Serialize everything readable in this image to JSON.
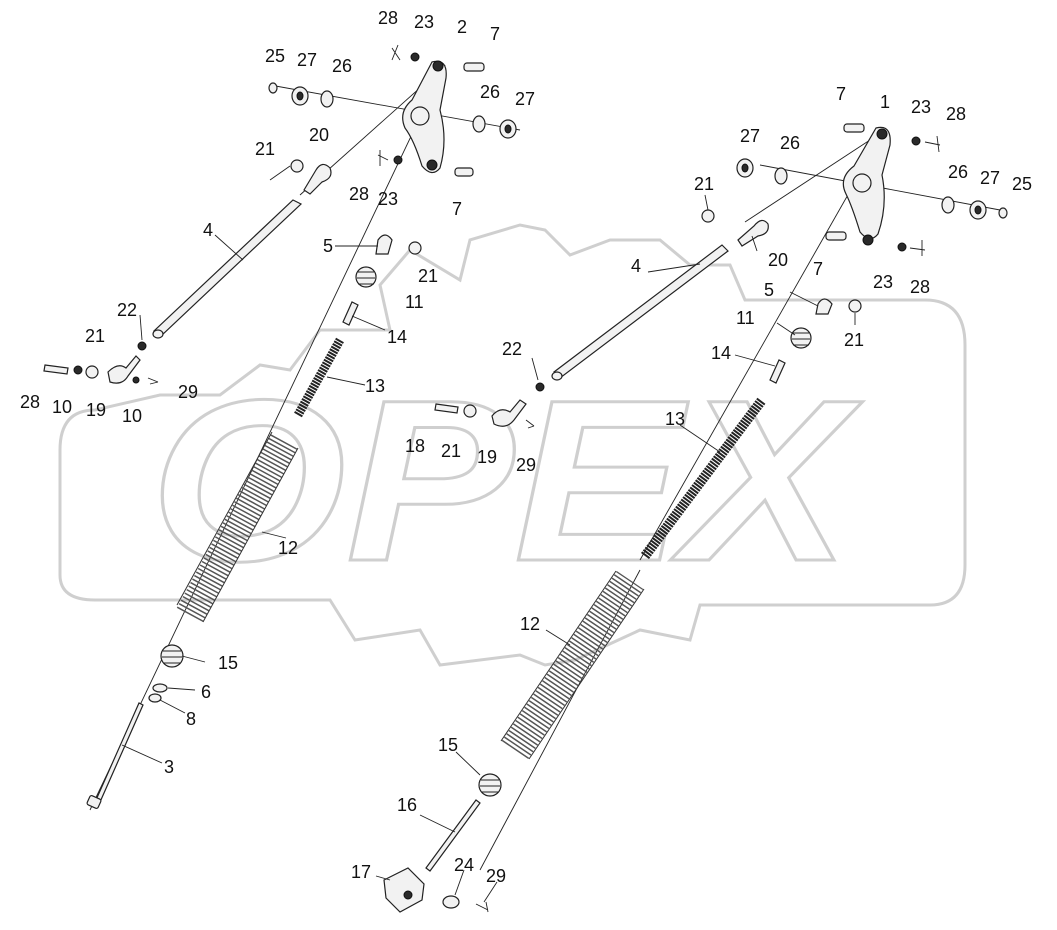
{
  "watermark": {
    "text": "OPEX"
  },
  "colors": {
    "line": "#222222",
    "watermark": "#cfcfcf",
    "background": "#ffffff"
  },
  "callouts": [
    {
      "key": "l28a",
      "text": "28"
    },
    {
      "key": "l23a",
      "text": "23"
    },
    {
      "key": "l2",
      "text": "2"
    },
    {
      "key": "l7a",
      "text": "7"
    },
    {
      "key": "l25a",
      "text": "25"
    },
    {
      "key": "l27a",
      "text": "27"
    },
    {
      "key": "l26a",
      "text": "26"
    },
    {
      "key": "l26b",
      "text": "26"
    },
    {
      "key": "l27b",
      "text": "27"
    },
    {
      "key": "l21a",
      "text": "21"
    },
    {
      "key": "l20a",
      "text": "20"
    },
    {
      "key": "l28b",
      "text": "28"
    },
    {
      "key": "l23b",
      "text": "23"
    },
    {
      "key": "l7b",
      "text": "7"
    },
    {
      "key": "l4a",
      "text": "4"
    },
    {
      "key": "l5a",
      "text": "5"
    },
    {
      "key": "l21b",
      "text": "21"
    },
    {
      "key": "l11a",
      "text": "11"
    },
    {
      "key": "l22a",
      "text": "22"
    },
    {
      "key": "l14a",
      "text": "14"
    },
    {
      "key": "l21c",
      "text": "21"
    },
    {
      "key": "l13a",
      "text": "13"
    },
    {
      "key": "l28c",
      "text": "28"
    },
    {
      "key": "l10a",
      "text": "10"
    },
    {
      "key": "l19a",
      "text": "19"
    },
    {
      "key": "l10b",
      "text": "10"
    },
    {
      "key": "l29a",
      "text": "29"
    },
    {
      "key": "l12a",
      "text": "12"
    },
    {
      "key": "l15a",
      "text": "15"
    },
    {
      "key": "l6",
      "text": "6"
    },
    {
      "key": "l8",
      "text": "8"
    },
    {
      "key": "l3",
      "text": "3"
    },
    {
      "key": "l7c",
      "text": "7"
    },
    {
      "key": "l1",
      "text": "1"
    },
    {
      "key": "l23c",
      "text": "23"
    },
    {
      "key": "l28d",
      "text": "28"
    },
    {
      "key": "l27c",
      "text": "27"
    },
    {
      "key": "l26c",
      "text": "26"
    },
    {
      "key": "l21d",
      "text": "21"
    },
    {
      "key": "l26d",
      "text": "26"
    },
    {
      "key": "l27d",
      "text": "27"
    },
    {
      "key": "l25b",
      "text": "25"
    },
    {
      "key": "l20b",
      "text": "20"
    },
    {
      "key": "l7d",
      "text": "7"
    },
    {
      "key": "l23d",
      "text": "23"
    },
    {
      "key": "l28e",
      "text": "28"
    },
    {
      "key": "l4b",
      "text": "4"
    },
    {
      "key": "l5b",
      "text": "5"
    },
    {
      "key": "l11b",
      "text": "11"
    },
    {
      "key": "l21e",
      "text": "21"
    },
    {
      "key": "l22b",
      "text": "22"
    },
    {
      "key": "l14b",
      "text": "14"
    },
    {
      "key": "l18",
      "text": "18"
    },
    {
      "key": "l21f",
      "text": "21"
    },
    {
      "key": "l19b",
      "text": "19"
    },
    {
      "key": "l29b",
      "text": "29"
    },
    {
      "key": "l13b",
      "text": "13"
    },
    {
      "key": "l12b",
      "text": "12"
    },
    {
      "key": "l15b",
      "text": "15"
    },
    {
      "key": "l16",
      "text": "16"
    },
    {
      "key": "l17",
      "text": "17"
    },
    {
      "key": "l24",
      "text": "24"
    },
    {
      "key": "l29c",
      "text": "29"
    }
  ]
}
